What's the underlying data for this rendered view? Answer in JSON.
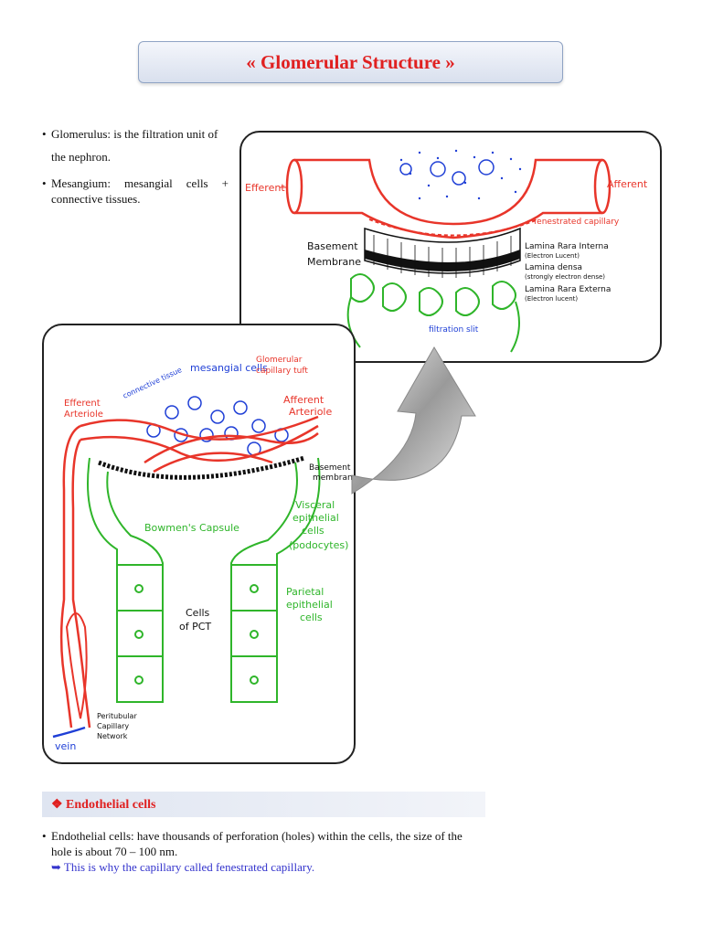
{
  "title": "« Glomerular Structure »",
  "bullets": [
    {
      "text": "Glomerulus: is the filtration unit of the nephron."
    },
    {
      "lead": "Mesangium: mesangial cells +",
      "rest": "connective tissues."
    }
  ],
  "diagram_top": {
    "labels": {
      "efferent": "Efferent",
      "afferent": "Afferent",
      "fenestrated": "fenestrated capillary",
      "basement1": "Basement",
      "basement2": "Membrane",
      "lri": "Lamina Rara Interna",
      "lri_note": "(Electron Lucent)",
      "ld": "Lamina densa",
      "ld_note": "(strongly electron dense)",
      "lre": "Lamina Rara Externa",
      "lre_note": "(Electron lucent)",
      "filtration": "filtration slit"
    }
  },
  "diagram_left": {
    "labels": {
      "mesangial": "mesangial cells",
      "connective": "connective tissue",
      "tuft1": "Glomerular",
      "tuft2": "capillary tuft",
      "efferent1": "Efferent",
      "efferent2": "Arteriole",
      "afferent1": "Afferent",
      "afferent2": "Arteriole",
      "basement1": "Basement",
      "basement2": "membrane",
      "bowman": "Bowmen's Capsule",
      "visceral1": "Visceral",
      "visceral2": "epithelial",
      "visceral3": "cells",
      "visceral4": "(podocytes)",
      "parietal1": "Parietal",
      "parietal2": "epithelial",
      "parietal3": "cells",
      "pct1": "Cells",
      "pct2": "of PCT",
      "peri1": "Peritubular",
      "peri2": "Capillary",
      "peri3": "Network",
      "vein": "vein"
    }
  },
  "section": {
    "heading": "❖ Endothelial cells"
  },
  "paragraph": {
    "line1": "Endothelial cells: have thousands of perforation (holes) within the cells, the size of the",
    "line2": "hole is about 70 – 100 nm.",
    "note": "➥ This is why the capillary called fenestrated capillary."
  },
  "colors": {
    "title_red": "#e02020",
    "note_blue": "#3333cc",
    "vessel_red": "#e8352a",
    "epithelium_green": "#2fb52a",
    "cell_blue": "#1f3fd6"
  }
}
